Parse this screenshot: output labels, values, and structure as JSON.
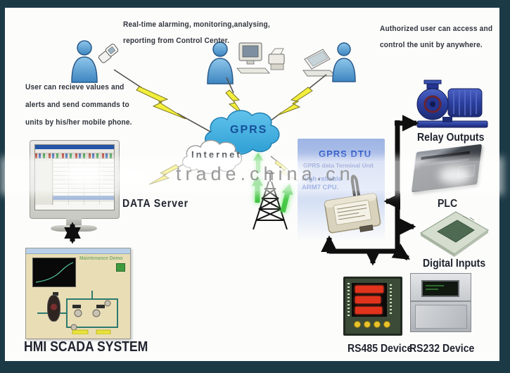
{
  "watermark": {
    "text": "trade.china.cn"
  },
  "annotations": {
    "mobile_user": {
      "line1": "User can recieve values and",
      "line2": "alerts and send commands to",
      "line3": "units by his/her mobile phone."
    },
    "control_center": {
      "line1": "Real-time alarming, monitoring,analysing,",
      "line2": "reporting from Control Center."
    },
    "remote_user": {
      "line1": "Authorized user can access and",
      "line2": "control the unit by anywhere."
    }
  },
  "clouds": {
    "gprs": "GPRS",
    "internet": "Internet"
  },
  "dtu": {
    "title": "GPRS DTU",
    "subtitle": "GPRS data Terminal Unit",
    "cpu_line1": "High reliable",
    "cpu_line2": "ARM7 CPU."
  },
  "labels": {
    "data_server": "DATA Server",
    "hmi": "HMI SCADA SYSTEM",
    "relay_outputs": "Relay Outputs",
    "plc": "PLC",
    "digital_inputs": "Digital Inputs",
    "rs485": "RS485 Device",
    "rs232": "RS232 Device"
  },
  "hmi_window": {
    "title": "Maintenance Demo"
  },
  "colors": {
    "frame_border": "#1c3a46",
    "arrow_black": "#0f0f0f",
    "lightning_yellow": "#f2ee3c",
    "gprs_cloud_blue": "#3aa7da",
    "dtu_text_blue": "#2b55c8",
    "signal_green": "#3fc43f",
    "pump_blue": "#2b3f9e",
    "display_red": "#e2331c",
    "watermark_gray": "#8a8a8a"
  }
}
